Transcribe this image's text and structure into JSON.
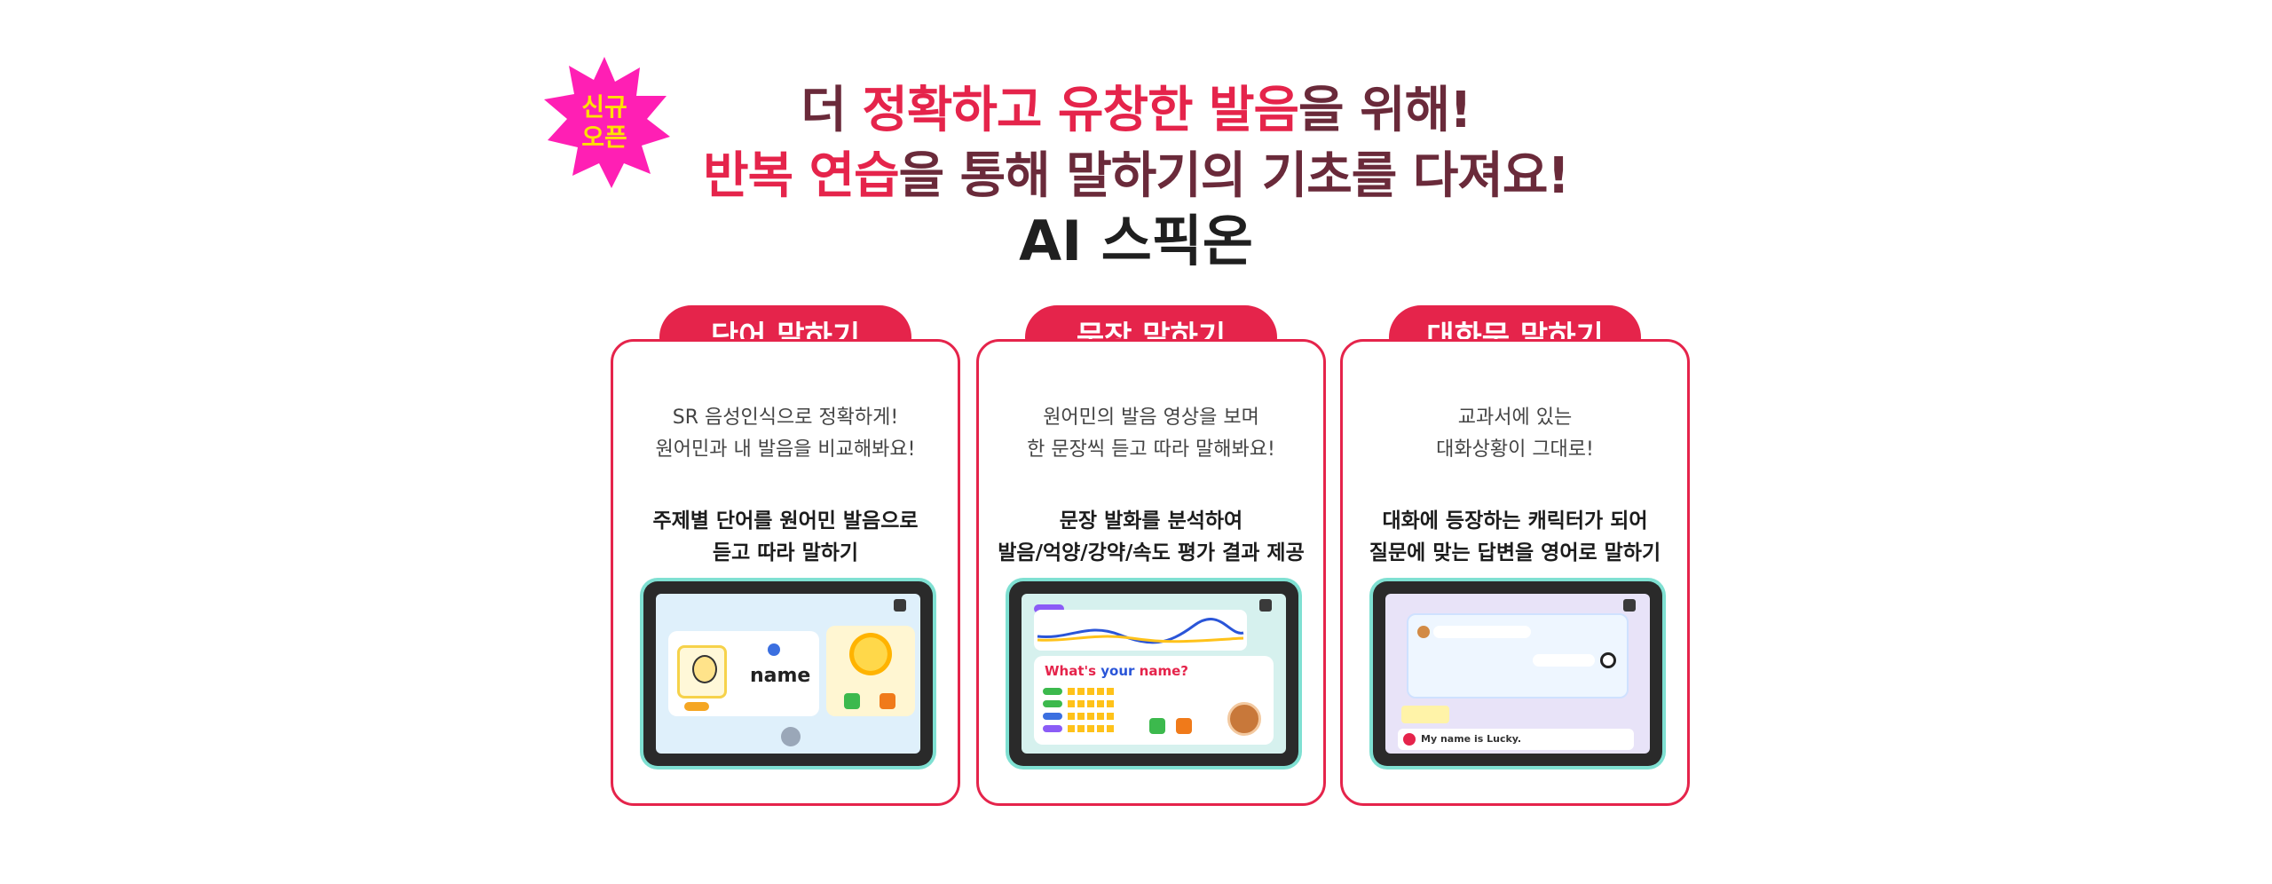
{
  "badge": {
    "line1": "신규",
    "line2": "오픈"
  },
  "headline": {
    "line1": [
      {
        "text": "더 ",
        "hl": false
      },
      {
        "text": "정확하고 유창한 발음",
        "hl": true
      },
      {
        "text": "을 위해!",
        "hl": false
      }
    ],
    "line2": [
      {
        "text": "반복 연습",
        "hl": true
      },
      {
        "text": "을 통해 말하기의 기초를 다져요!",
        "hl": false
      }
    ]
  },
  "app_title": "AI 스픽온",
  "cards": [
    {
      "title": "단어 말하기",
      "desc_line1": "SR 음성인식으로 정확하게!",
      "desc_line2": "원어민과 내 발음을 비교해봐요!",
      "feature_line1": "주제별 단어를 원어민 발음으로",
      "feature_line2": "듣고 따라 말하기",
      "screen": {
        "word": "name"
      }
    },
    {
      "title": "문장 말하기",
      "desc_line1": "원어민의 발음 영상을 보며",
      "desc_line2": "한 문장씩 듣고 따라 말해봐요!",
      "feature_line1": "문장 발화를 분석하여",
      "feature_line2": "발음/억양/강약/속도 평가 결과 제공",
      "screen": {
        "sentence_a": "What's ",
        "sentence_b": "your",
        "sentence_c": " name?"
      }
    },
    {
      "title": "대화문 말하기",
      "desc_line1": "교과서에 있는",
      "desc_line2": "대화상황이 그대로!",
      "feature_line1": "대화에 등장하는 캐릭터가 되어",
      "feature_line2": "질문에 맞는 답변을 영어로 말하기",
      "screen": {
        "answer": "My name is Lucky."
      }
    }
  ],
  "colors": {
    "accent": "#e5244b",
    "headline": "#6a2a3a",
    "badge": "#ff1fb4",
    "badge_text": "#ffe000",
    "tablet_edge": "#7fe0d2"
  }
}
